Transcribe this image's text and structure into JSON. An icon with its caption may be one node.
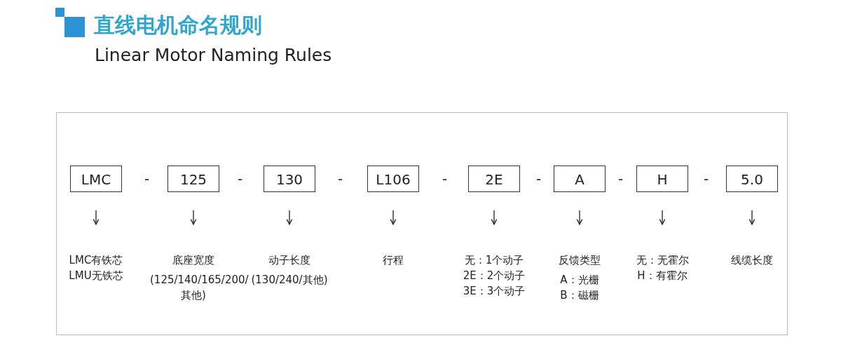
{
  "diagram": {
    "title": "直线电机命名规则",
    "nodes": [
      {
        "text": [
          "LMC"
        ]
      },
      {
        "text": [
          "125"
        ]
      },
      {
        "text": [
          "130"
        ]
      },
      {
        "text": [
          "L106"
        ]
      },
      {
        "text": [
          "2E"
        ]
      },
      {
        "text": [
          "A"
        ]
      },
      {
        "text": [
          "H"
        ]
      },
      {
        "text": [
          "5.0"
        ]
      },
      {
        "text": [
          "LMC有铁芯",
          "LMU无铁芯"
        ]
      },
      {
        "text": [
          "底座宽度",
          "(125/140/165/200/其他)"
        ]
      },
      {
        "text": [
          "动子长度",
          "(130/240/其他)"
        ]
      },
      {
        "text": [
          "行程"
        ]
      },
      {
        "text": [
          "无：1个动子",
          "2E：2个动子",
          "3E：3个动子"
        ]
      },
      {
        "text": [
          "反馈类型",
          "A：光栅",
          "B：磁栅"
        ]
      },
      {
        "text": [
          "无：无霍尔",
          "H：有霍尔"
        ]
      },
      {
        "text": [
          "线缆长度"
        ]
      }
    ],
    "edges": [
      {
        "from": 0,
        "to": 8,
        "arrow": "to"
      },
      {
        "from": 1,
        "to": 9,
        "arrow": "to"
      },
      {
        "from": 2,
        "to": 10,
        "arrow": "to"
      },
      {
        "from": 3,
        "to": 11,
        "arrow": "to"
      },
      {
        "from": 4,
        "to": 12,
        "arrow": "to"
      },
      {
        "from": 5,
        "to": 13,
        "arrow": "to"
      },
      {
        "from": 6,
        "to": 14,
        "arrow": "to"
      },
      {
        "from": 7,
        "to": 15,
        "arrow": "to"
      }
    ],
    "labels": [
      "Linear Motor Naming Rules",
      "-",
      "-",
      "-",
      "-",
      "-",
      "-",
      "-"
    ]
  }
}
